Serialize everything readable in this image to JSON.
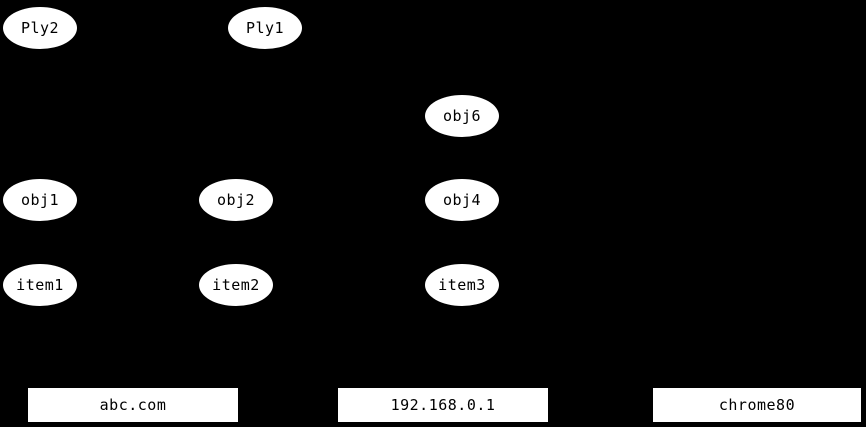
{
  "diagram": {
    "background_color": "#000000",
    "node_fill_color": "#ffffff",
    "node_text_color": "#000000",
    "ellipse_nodes": [
      {
        "id": "Ply2",
        "label": "Ply2"
      },
      {
        "id": "Ply1",
        "label": "Ply1"
      },
      {
        "id": "obj6",
        "label": "obj6"
      },
      {
        "id": "obj1",
        "label": "obj1"
      },
      {
        "id": "obj2",
        "label": "obj2"
      },
      {
        "id": "obj4",
        "label": "obj4"
      },
      {
        "id": "item1",
        "label": "item1"
      },
      {
        "id": "item2",
        "label": "item2"
      },
      {
        "id": "item3",
        "label": "item3"
      }
    ],
    "box_nodes": [
      {
        "id": "abc.com",
        "label": "abc.com"
      },
      {
        "id": "192.168.0.1",
        "label": "192.168.0.1"
      },
      {
        "id": "chrome80",
        "label": "chrome80"
      }
    ]
  }
}
